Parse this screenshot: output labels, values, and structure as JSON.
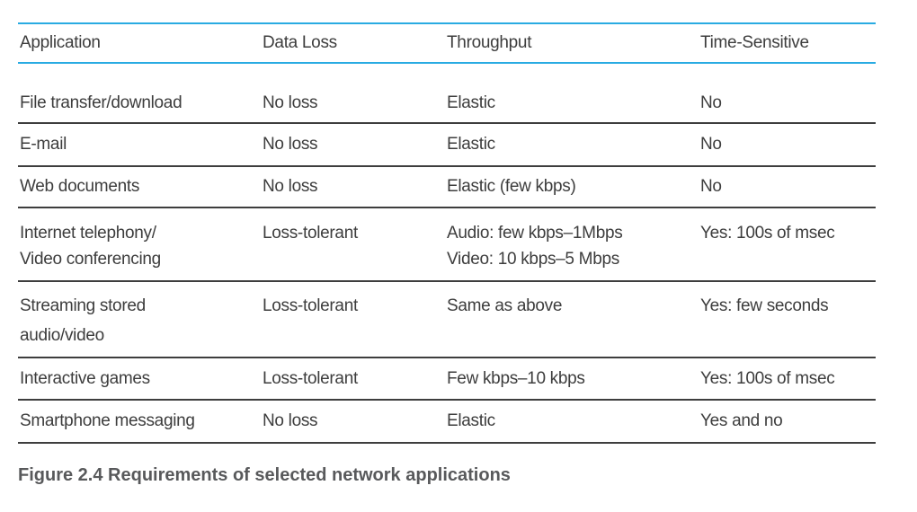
{
  "figure": {
    "caption": "Figure 2.4 Requirements of selected network applications"
  },
  "chart_data": {
    "type": "table",
    "title": "Requirements of selected network applications",
    "columns": [
      "Application",
      "Data Loss",
      "Throughput",
      "Time-Sensitive"
    ],
    "rows": [
      [
        "File transfer/download",
        "No loss",
        "Elastic",
        "No"
      ],
      [
        "E-mail",
        "No loss",
        "Elastic",
        "No"
      ],
      [
        "Web documents",
        "No loss",
        "Elastic (few kbps)",
        "No"
      ],
      [
        "Internet telephony/\nVideo conferencing",
        "Loss-tolerant",
        "Audio: few kbps–1Mbps\nVideo: 10 kbps–5 Mbps",
        "Yes: 100s of msec"
      ],
      [
        "Streaming stored\naudio/video",
        "Loss-tolerant",
        "Same as above",
        "Yes: few seconds"
      ],
      [
        "Interactive games",
        "Loss-tolerant",
        "Few kbps–10 kbps",
        "Yes: 100s of msec"
      ],
      [
        "Smartphone messaging",
        "No loss",
        "Elastic",
        "Yes and no"
      ]
    ],
    "layout": {
      "header_rule_color": "#29ABE2",
      "row_rule_color": "#3E3E3E",
      "text_color": "#3D3D3D",
      "caption_color": "#58595B",
      "grid": "horizontal-rules-only"
    }
  }
}
